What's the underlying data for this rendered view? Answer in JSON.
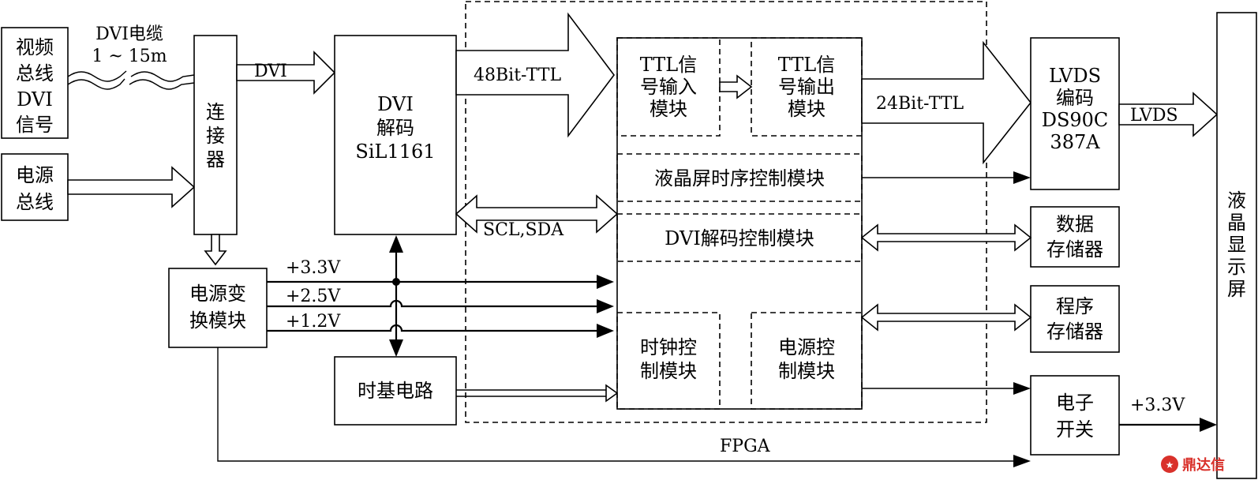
{
  "blocks": {
    "video_bus": [
      "视频",
      "总线",
      "DVI",
      "信号"
    ],
    "power_bus": [
      "电源",
      "总线"
    ],
    "connector": [
      "连",
      "接",
      "器"
    ],
    "dvi_decoder": [
      "DVI",
      "解码",
      "SiL1161"
    ],
    "power_converter": [
      "电源变",
      "换模块"
    ],
    "time_base": "时基电路",
    "ttl_input": [
      "TTL信",
      "号输入",
      "模块"
    ],
    "ttl_output": [
      "TTL信",
      "号输出",
      "模块"
    ],
    "lcd_timing": "液晶屏时序控制模块",
    "dvi_decode_ctrl": "DVI解码控制模块",
    "clock_ctrl": [
      "时钟控",
      "制模块"
    ],
    "power_ctrl": [
      "电源控",
      "制模块"
    ],
    "lvds_encoder": [
      "LVDS",
      "编码",
      "DS90C",
      "387A"
    ],
    "data_storage": [
      "数据",
      "存储器"
    ],
    "program_storage": [
      "程序",
      "存储器"
    ],
    "electronic_switch": [
      "电子",
      "开关"
    ],
    "lcd_display": [
      "液",
      "晶",
      "显",
      "示",
      "屏"
    ]
  },
  "labels": {
    "dvi_cable": "DVI电缆",
    "cable_length": "1 ~ 15m",
    "dvi": "DVI",
    "bit48": "48Bit-TTL",
    "bit24": "24Bit-TTL",
    "scl_sda": "SCL,SDA",
    "lvds": "LVDS",
    "v33": "+3.3V",
    "v25": "+2.5V",
    "v12": "+1.2V",
    "v33_out": "+3.3V",
    "fpga": "FPGA"
  },
  "watermark": "鼎达信"
}
